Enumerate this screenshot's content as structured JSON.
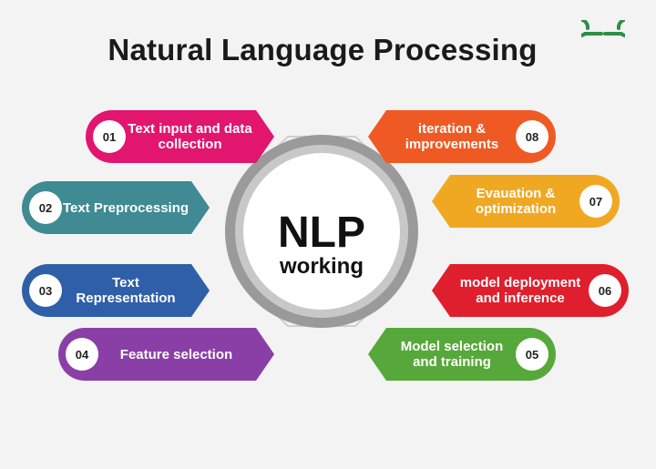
{
  "title": "Natural Language Processing",
  "logo": {
    "icon": "geeksforgeeks-logo-icon",
    "color": "#2f8d46"
  },
  "center": {
    "main": "NLP",
    "sub": "working"
  },
  "steps": [
    {
      "num": "01",
      "label": "Text input and data collection",
      "color": "#e2156f"
    },
    {
      "num": "02",
      "label": "Text Preprocessing",
      "color": "#3f8a93"
    },
    {
      "num": "03",
      "label": "Text Representation",
      "color": "#2f5fa8"
    },
    {
      "num": "04",
      "label": "Feature selection",
      "color": "#8a3fa6"
    },
    {
      "num": "05",
      "label": "Model selection and training",
      "color": "#57a83a"
    },
    {
      "num": "06",
      "label": "model deployment and inference",
      "color": "#df1f2d"
    },
    {
      "num": "07",
      "label": "Evauation & optimization",
      "color": "#f0a823"
    },
    {
      "num": "08",
      "label": "iteration & improvements",
      "color": "#ef5a24"
    }
  ]
}
